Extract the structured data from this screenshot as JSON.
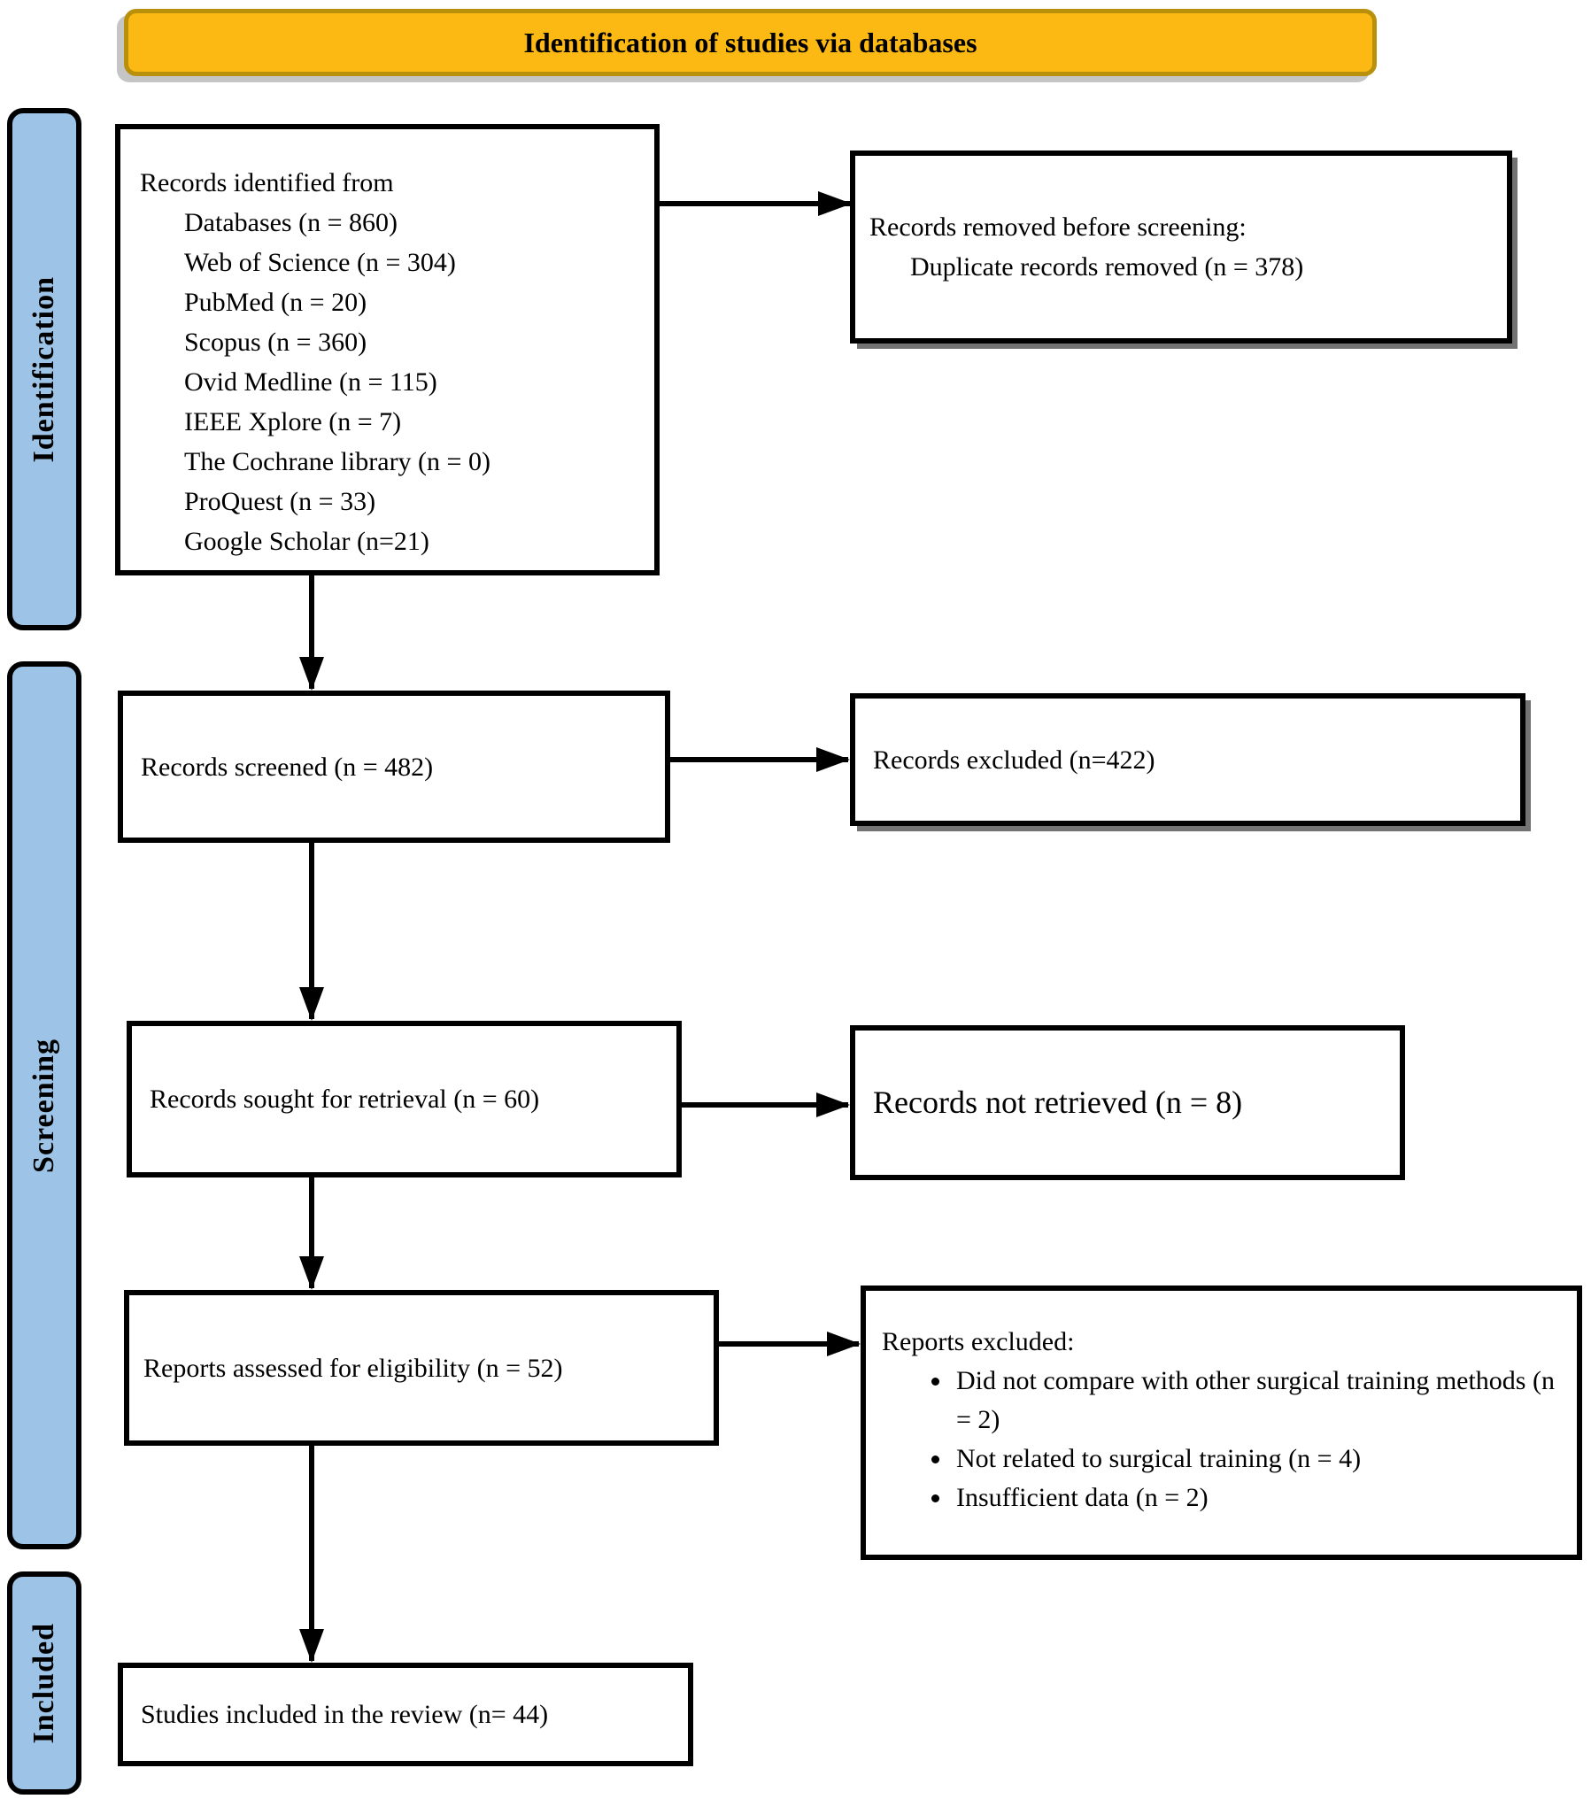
{
  "title": "Identification of studies via databases",
  "stages": {
    "identification": "Identification",
    "screening": "Screening",
    "included": "Included"
  },
  "boxes": {
    "identified": {
      "heading": "Records identified from",
      "items": [
        "Databases (n = 860)",
        "Web of Science (n = 304)",
        "PubMed (n = 20)",
        "Scopus (n = 360)",
        "Ovid Medline (n = 115)",
        "IEEE Xplore (n = 7)",
        "The Cochrane library (n = 0)",
        "ProQuest (n = 33)",
        "Google Scholar (n=21)"
      ]
    },
    "removed": {
      "heading": "Records removed before screening:",
      "items": [
        "Duplicate records removed (n = 378)"
      ]
    },
    "screened": {
      "text": "Records screened (n = 482)"
    },
    "excluded": {
      "text": "Records excluded (n=422)"
    },
    "sought": {
      "text": "Records sought for retrieval (n = 60)"
    },
    "not_retrieved": {
      "text": "Records not retrieved (n = 8)"
    },
    "assessed": {
      "text": "Reports assessed for eligibility (n = 52)"
    },
    "reports_excluded": {
      "heading": "Reports excluded:",
      "bullets": [
        "Did not compare with other surgical training methods (n = 2)",
        "Not related to surgical training (n = 4)",
        "Insufficient data (n = 2)"
      ]
    },
    "included_studies": {
      "text": "Studies included in the review (n= 44)"
    }
  },
  "colors": {
    "title_fill": "#FCB813",
    "title_border": "#B8900B",
    "stage_fill": "#9DC3E6",
    "box_border": "#000000"
  }
}
